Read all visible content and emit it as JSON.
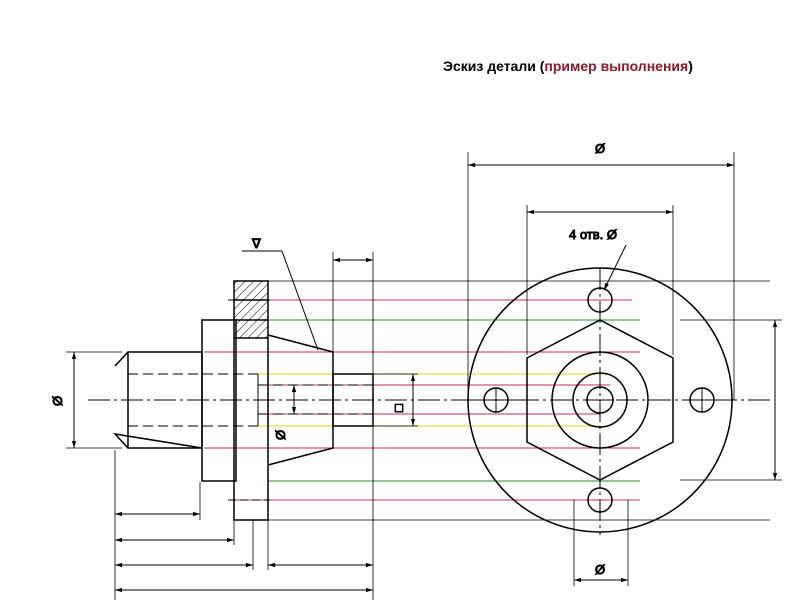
{
  "slide": {
    "title_prefix": "Эскиз детали (",
    "title_highlight": "пример выполнения",
    "title_suffix": ")",
    "highlight_color": "#8b1a2b"
  },
  "drawing": {
    "dia_top": "Ø",
    "holes_label": "4 отв. Ø",
    "dia_bottom": "Ø",
    "dia_left": "Ø",
    "dia_bore": "Ø",
    "roughness_mark": "∇",
    "square_mark": "□"
  },
  "line_colors": {
    "outline": "#000000",
    "red": "#c0305a",
    "green": "#2e8b3a",
    "yellow": "#e6d020"
  }
}
